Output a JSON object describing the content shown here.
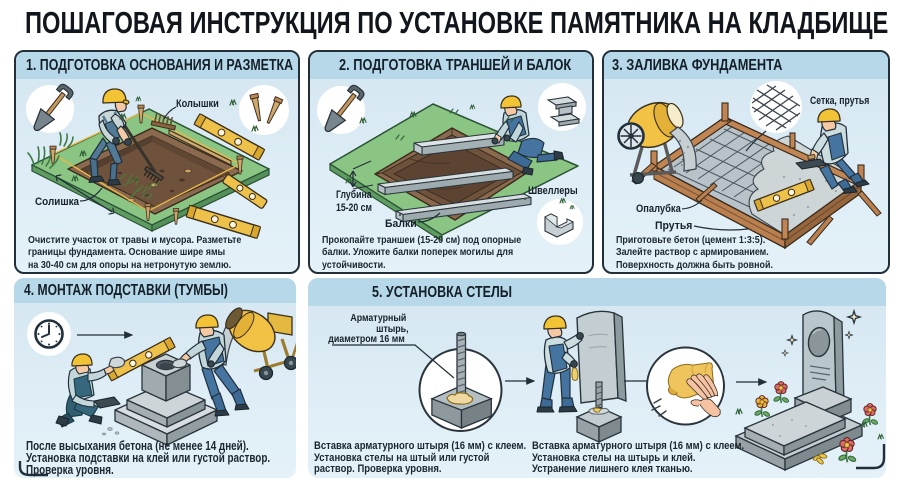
{
  "page": {
    "title": "ПОШАГОВАЯ ИНСТРУКЦИЯ ПО УСТАНОВКЕ ПАМЯТНИКА НА КЛАДБИЩЕ"
  },
  "colors": {
    "page_bg": "#ffffff",
    "title_text": "#10161c",
    "panel_header_bg": "#b6d8e8",
    "panel_body_bg": "#ddecf5",
    "panel_border": "#222e38",
    "text_dark": "#1b2630",
    "outline": "#2a343c",
    "grass_green": "#87c383",
    "soil_brown": "#6b4f3a",
    "tool_yellow": "#eec14b",
    "helmet_yellow": "#f2c335",
    "overalls_blue": "#4b7fae",
    "concrete_grey": "#c9d1d4",
    "wood_brown": "#c08552",
    "skin": "#f4c9a4"
  },
  "panels": {
    "p1": {
      "title": "1. ПОДГОТОВКА ОСНОВАНИЯ И РАЗМЕТКА",
      "labels": {
        "stakes": "Колышки",
        "plot": "Солишка"
      },
      "caption": [
        "Очистите участок от травы и мусора. Разметьте",
        "границы фундамента. Основание шире ямы",
        "на 30-40 см для опоры на нетронутую землю."
      ]
    },
    "p2": {
      "title": "2. ПОДГОТОВКА ТРАНШЕЙ И БАЛОК",
      "labels": {
        "channels": "Швеллеры",
        "depth_1": "Глубина",
        "depth_2": "15-20 см",
        "beams": "Балки"
      },
      "caption": [
        "Прокопайте траншеи (15-20 см) под опорные",
        "балки. Уложите балки поперек могилы для",
        "устойчивости."
      ]
    },
    "p3": {
      "title": "3. ЗАЛИВКА ФУНДАМЕНТА",
      "labels": {
        "mesh": "Сетка, прутья",
        "formwork": "Опалубка",
        "rods": "Прутья"
      },
      "caption": [
        "Приготовьте бетон (цемент 1:3:5).",
        "Залейте раствор с армированием.",
        "Поверхность должна быть ровной."
      ]
    },
    "p4": {
      "title": "4. МОНТАЖ ПОДСТАВКИ (ТУМБЫ)",
      "caption": [
        "После высыхания бетона (не менее 14 дней).",
        "Установка подставки на клей или густой раствор.",
        "Проверка уровня."
      ]
    },
    "p5": {
      "title": "5. УСТАНОВКА СТЕЛЫ",
      "labels": {
        "pin_1": "Арматурный",
        "pin_2": "штырь,",
        "pin_3": "диаметром 16 мм"
      },
      "caption_left": [
        "Вставка арматурного штыря (16 мм) с клеем.",
        "Установка стелы на штый или густой",
        "раствор. Проверка уровня."
      ],
      "caption_right": [
        "Вставка арматурного штыря (16 мм) с клеем.",
        "Установка стелы на штырь и клей.",
        "Устранение лишнего клея тканью."
      ]
    }
  }
}
